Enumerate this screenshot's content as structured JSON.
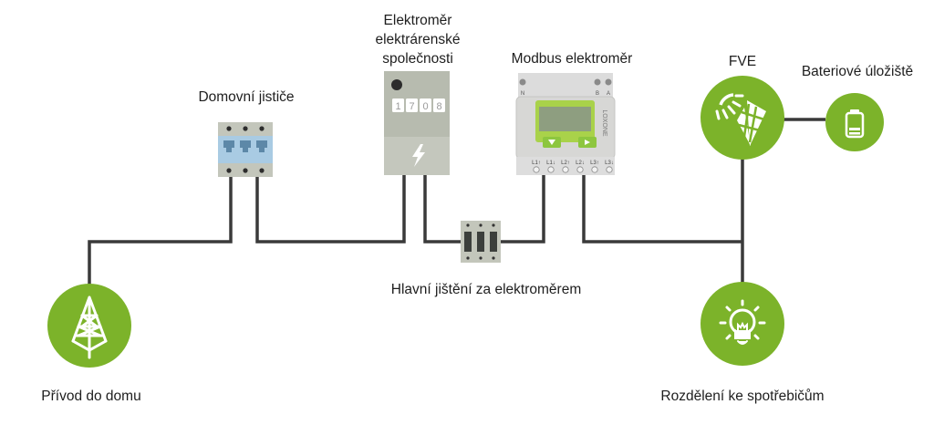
{
  "colors": {
    "accent_green": "#7cb32a",
    "wire": "#3a3a3a",
    "device_grey": "#b9bdb1",
    "breaker_blue": "#a9cbe3",
    "breaker_switch": "#5d88a8",
    "fuse_dark": "#3c3f3c"
  },
  "nodes": {
    "house_breakers": {
      "label": "Domovní jističe",
      "icon": "three-pole-breaker-icon"
    },
    "utility_meter": {
      "label_lines": [
        "Elektroměr",
        "elektrárenské",
        "společnosti"
      ],
      "counter_digits": [
        "1",
        "7",
        "0",
        "8"
      ],
      "icon": "lightning-bolt-icon"
    },
    "modbus_meter": {
      "label": "Modbus elektroměr",
      "brand": "LOXONE",
      "top_terminals": [
        "N",
        "B",
        "A"
      ],
      "bottom_terminals": [
        "L1↑",
        "L1↓",
        "L2↑",
        "L2↓",
        "L3↑",
        "L3↓"
      ],
      "buttons": [
        "▼",
        "▶"
      ]
    },
    "main_fuse": {
      "label": "Hlavní jištění za elektroměrem",
      "icon": "main-fuse-icon"
    },
    "pv": {
      "label": "FVE",
      "icon": "solar-panel-icon"
    },
    "battery": {
      "label": "Bateriové úložiště",
      "icon": "battery-icon"
    },
    "grid_input": {
      "label": "Přívod do domu",
      "icon": "power-tower-icon"
    },
    "distribution": {
      "label": "Rozdělení ke spotřebičům",
      "icon": "light-bulb-icon"
    }
  }
}
